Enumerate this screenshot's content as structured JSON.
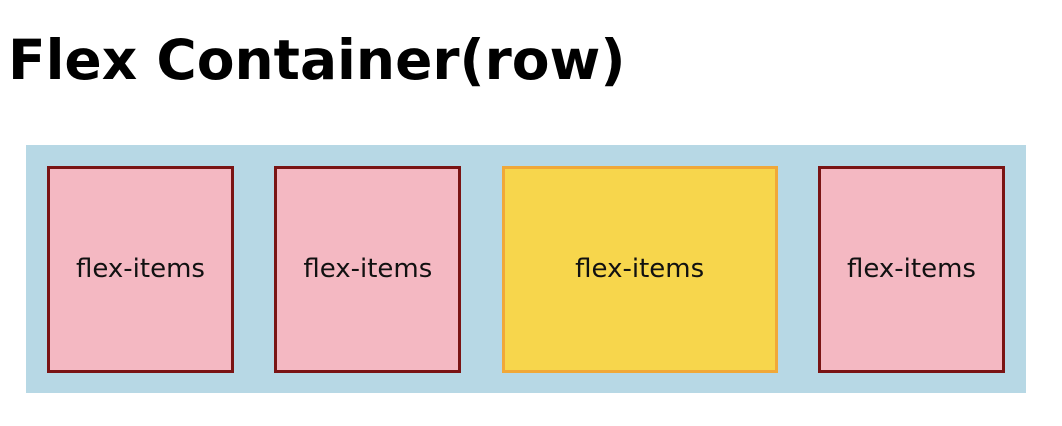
{
  "title": "Flex Container(row)",
  "colors": {
    "container_bg": "#b7d8e5",
    "item_bg": "#f4b8c2",
    "item_border": "#7a1414",
    "highlight_bg": "#f7d64c",
    "highlight_border": "#f0a838"
  },
  "items": [
    {
      "label": "flex-items",
      "highlighted": false
    },
    {
      "label": "flex-items",
      "highlighted": false
    },
    {
      "label": "flex-items",
      "highlighted": true
    },
    {
      "label": "flex-items",
      "highlighted": false
    }
  ]
}
